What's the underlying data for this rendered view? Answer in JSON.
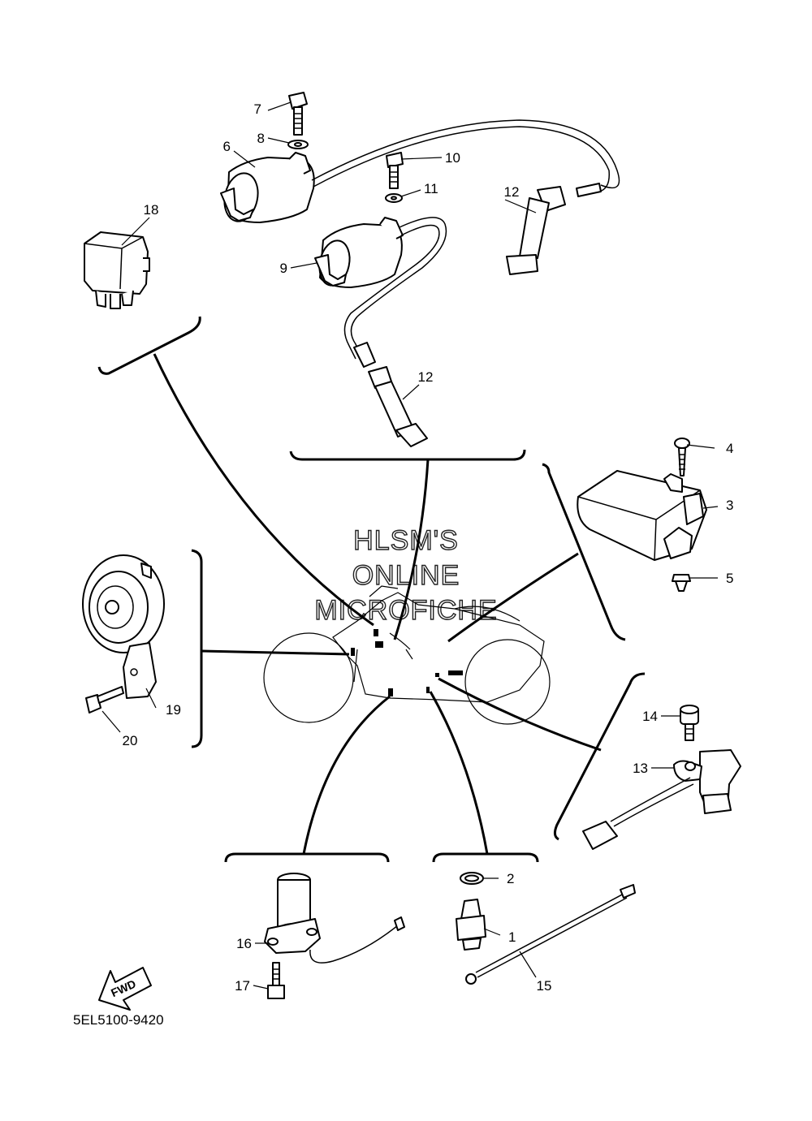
{
  "diagram": {
    "code": "5EL5100-9420",
    "fwd_label": "FWD",
    "watermark": [
      "HLSM'S",
      "ONLINE",
      "MICROFICHE"
    ],
    "callouts": {
      "c1": "1",
      "c2": "2",
      "c3": "3",
      "c4": "4",
      "c5": "5",
      "c6": "6",
      "c7": "7",
      "c8": "8",
      "c9": "9",
      "c10": "10",
      "c11": "11",
      "c12a": "12",
      "c12b": "12",
      "c13": "13",
      "c14": "14",
      "c15": "15",
      "c16": "16",
      "c17": "17",
      "c18": "18",
      "c19": "19",
      "c20": "20"
    }
  }
}
